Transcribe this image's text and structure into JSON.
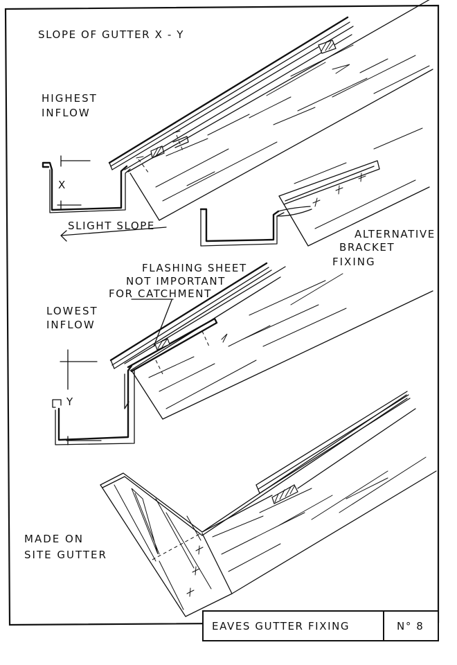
{
  "drawing": {
    "title_block": {
      "title": "EAVES GUTTER FIXING",
      "number": "N° 8"
    },
    "labels": {
      "slope_heading": "SLOPE OF GUTTER X - Y",
      "highest_inflow_1": "HIGHEST",
      "highest_inflow_2": "INFLOW",
      "dim_x": "X",
      "slight_slope": "SLIGHT SLOPE",
      "alt_bracket_1": "ALTERNATIVE",
      "alt_bracket_2": "BRACKET",
      "alt_bracket_3": "FIXING",
      "flashing_1": "FLASHING SHEET",
      "flashing_2": "NOT IMPORTANT",
      "flashing_3": "FOR CATCHMENT",
      "lowest_inflow_1": "LOWEST",
      "lowest_inflow_2": "INFLOW",
      "dim_y": "Y",
      "made_on_site_1": "MADE ON",
      "made_on_site_2": "SITE GUTTER"
    }
  }
}
